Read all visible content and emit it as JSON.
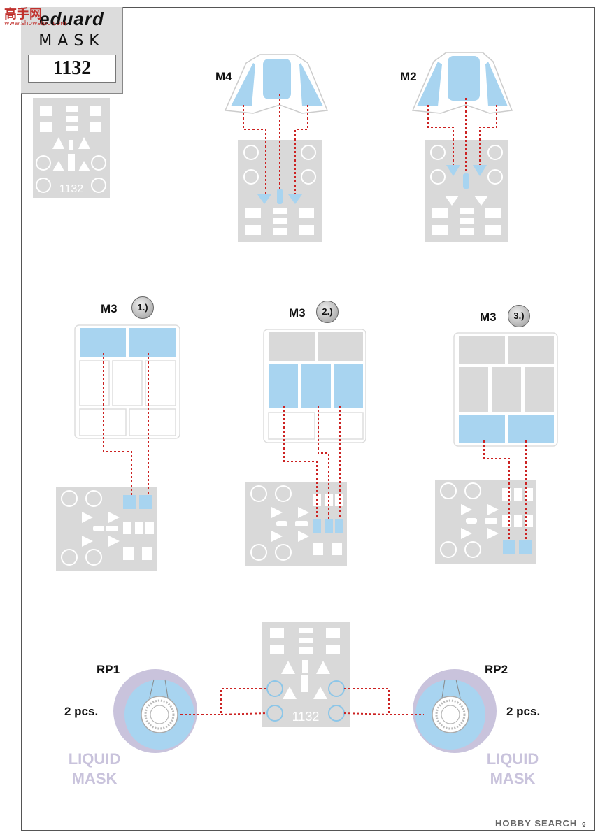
{
  "watermark": {
    "top": "高手网",
    "top_sub": "www.showstou.com",
    "bottom": "HOBBY SEARCH"
  },
  "header": {
    "brand": "eduard",
    "product": "MASK",
    "code": "1132"
  },
  "sheet_label": "1132",
  "parts": {
    "m4": "M4",
    "m2": "M2",
    "m3a": "M3",
    "m3b": "M3",
    "m3c": "M3",
    "rp1": "RP1",
    "rp2": "RP2"
  },
  "steps": {
    "s1": "1.)",
    "s2": "2.)",
    "s3": "3.)"
  },
  "quantity_left": "2 pcs.",
  "quantity_right": "2 pcs.",
  "liquid_mask_left": [
    "LIQUID",
    "MASK"
  ],
  "liquid_mask_right": [
    "LIQUID",
    "MASK"
  ],
  "page_number": "9",
  "colors": {
    "mask_blue": "#a8d4f0",
    "sheet_gray": "#d9d9d9",
    "leader_red": "#cc2222",
    "liquid_purple": "#c9c3dc"
  }
}
